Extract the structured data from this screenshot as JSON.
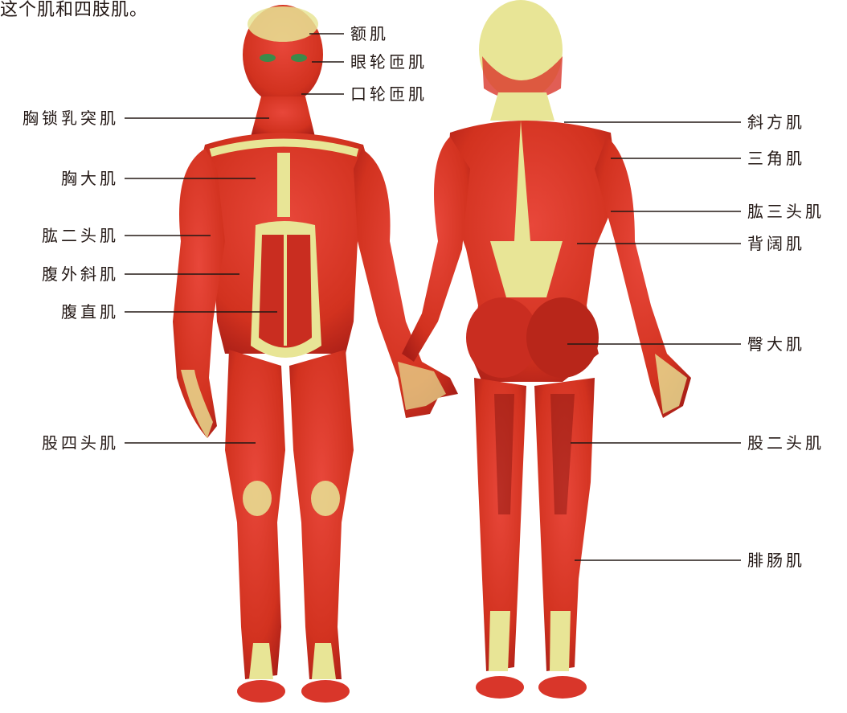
{
  "caption": "这个肌和四肢肌。",
  "colors": {
    "muscle": "#d9362a",
    "muscle_dark": "#a81e17",
    "tendon": "#e8e596",
    "leader_line": "#231815"
  },
  "front_labels": [
    {
      "id": "frontalis",
      "text": "额肌"
    },
    {
      "id": "orbicularis-oculi",
      "text": "眼轮匝肌"
    },
    {
      "id": "orbicularis-oris",
      "text": "口轮匝肌"
    },
    {
      "id": "sternocleidomastoid",
      "text": "胸锁乳突肌"
    },
    {
      "id": "pectoralis-major",
      "text": "胸大肌"
    },
    {
      "id": "biceps-brachii",
      "text": "肱二头肌"
    },
    {
      "id": "external-oblique",
      "text": "腹外斜肌"
    },
    {
      "id": "rectus-abdominis",
      "text": "腹直肌"
    },
    {
      "id": "quadriceps",
      "text": "股四头肌"
    }
  ],
  "back_labels": [
    {
      "id": "trapezius",
      "text": "斜方肌"
    },
    {
      "id": "deltoid",
      "text": "三角肌"
    },
    {
      "id": "triceps-brachii",
      "text": "肱三头肌"
    },
    {
      "id": "latissimus-dorsi",
      "text": "背阔肌"
    },
    {
      "id": "gluteus-maximus",
      "text": "臀大肌"
    },
    {
      "id": "biceps-femoris",
      "text": "股二头肌"
    },
    {
      "id": "gastrocnemius",
      "text": "腓肠肌"
    }
  ]
}
